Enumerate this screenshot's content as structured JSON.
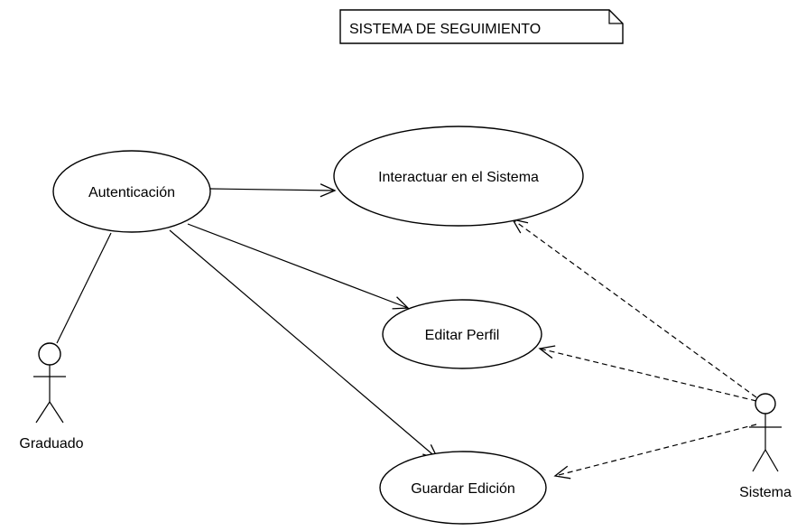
{
  "note": {
    "text": "SISTEMA DE SEGUIMIENTO"
  },
  "actors": {
    "graduado": "Graduado",
    "sistema": "Sistema"
  },
  "use_cases": {
    "autenticacion": "Autenticación",
    "interactuar": "Interactuar en el Sistema",
    "editar_perfil": "Editar Perfil",
    "guardar_edicion": "Guardar Edición"
  }
}
